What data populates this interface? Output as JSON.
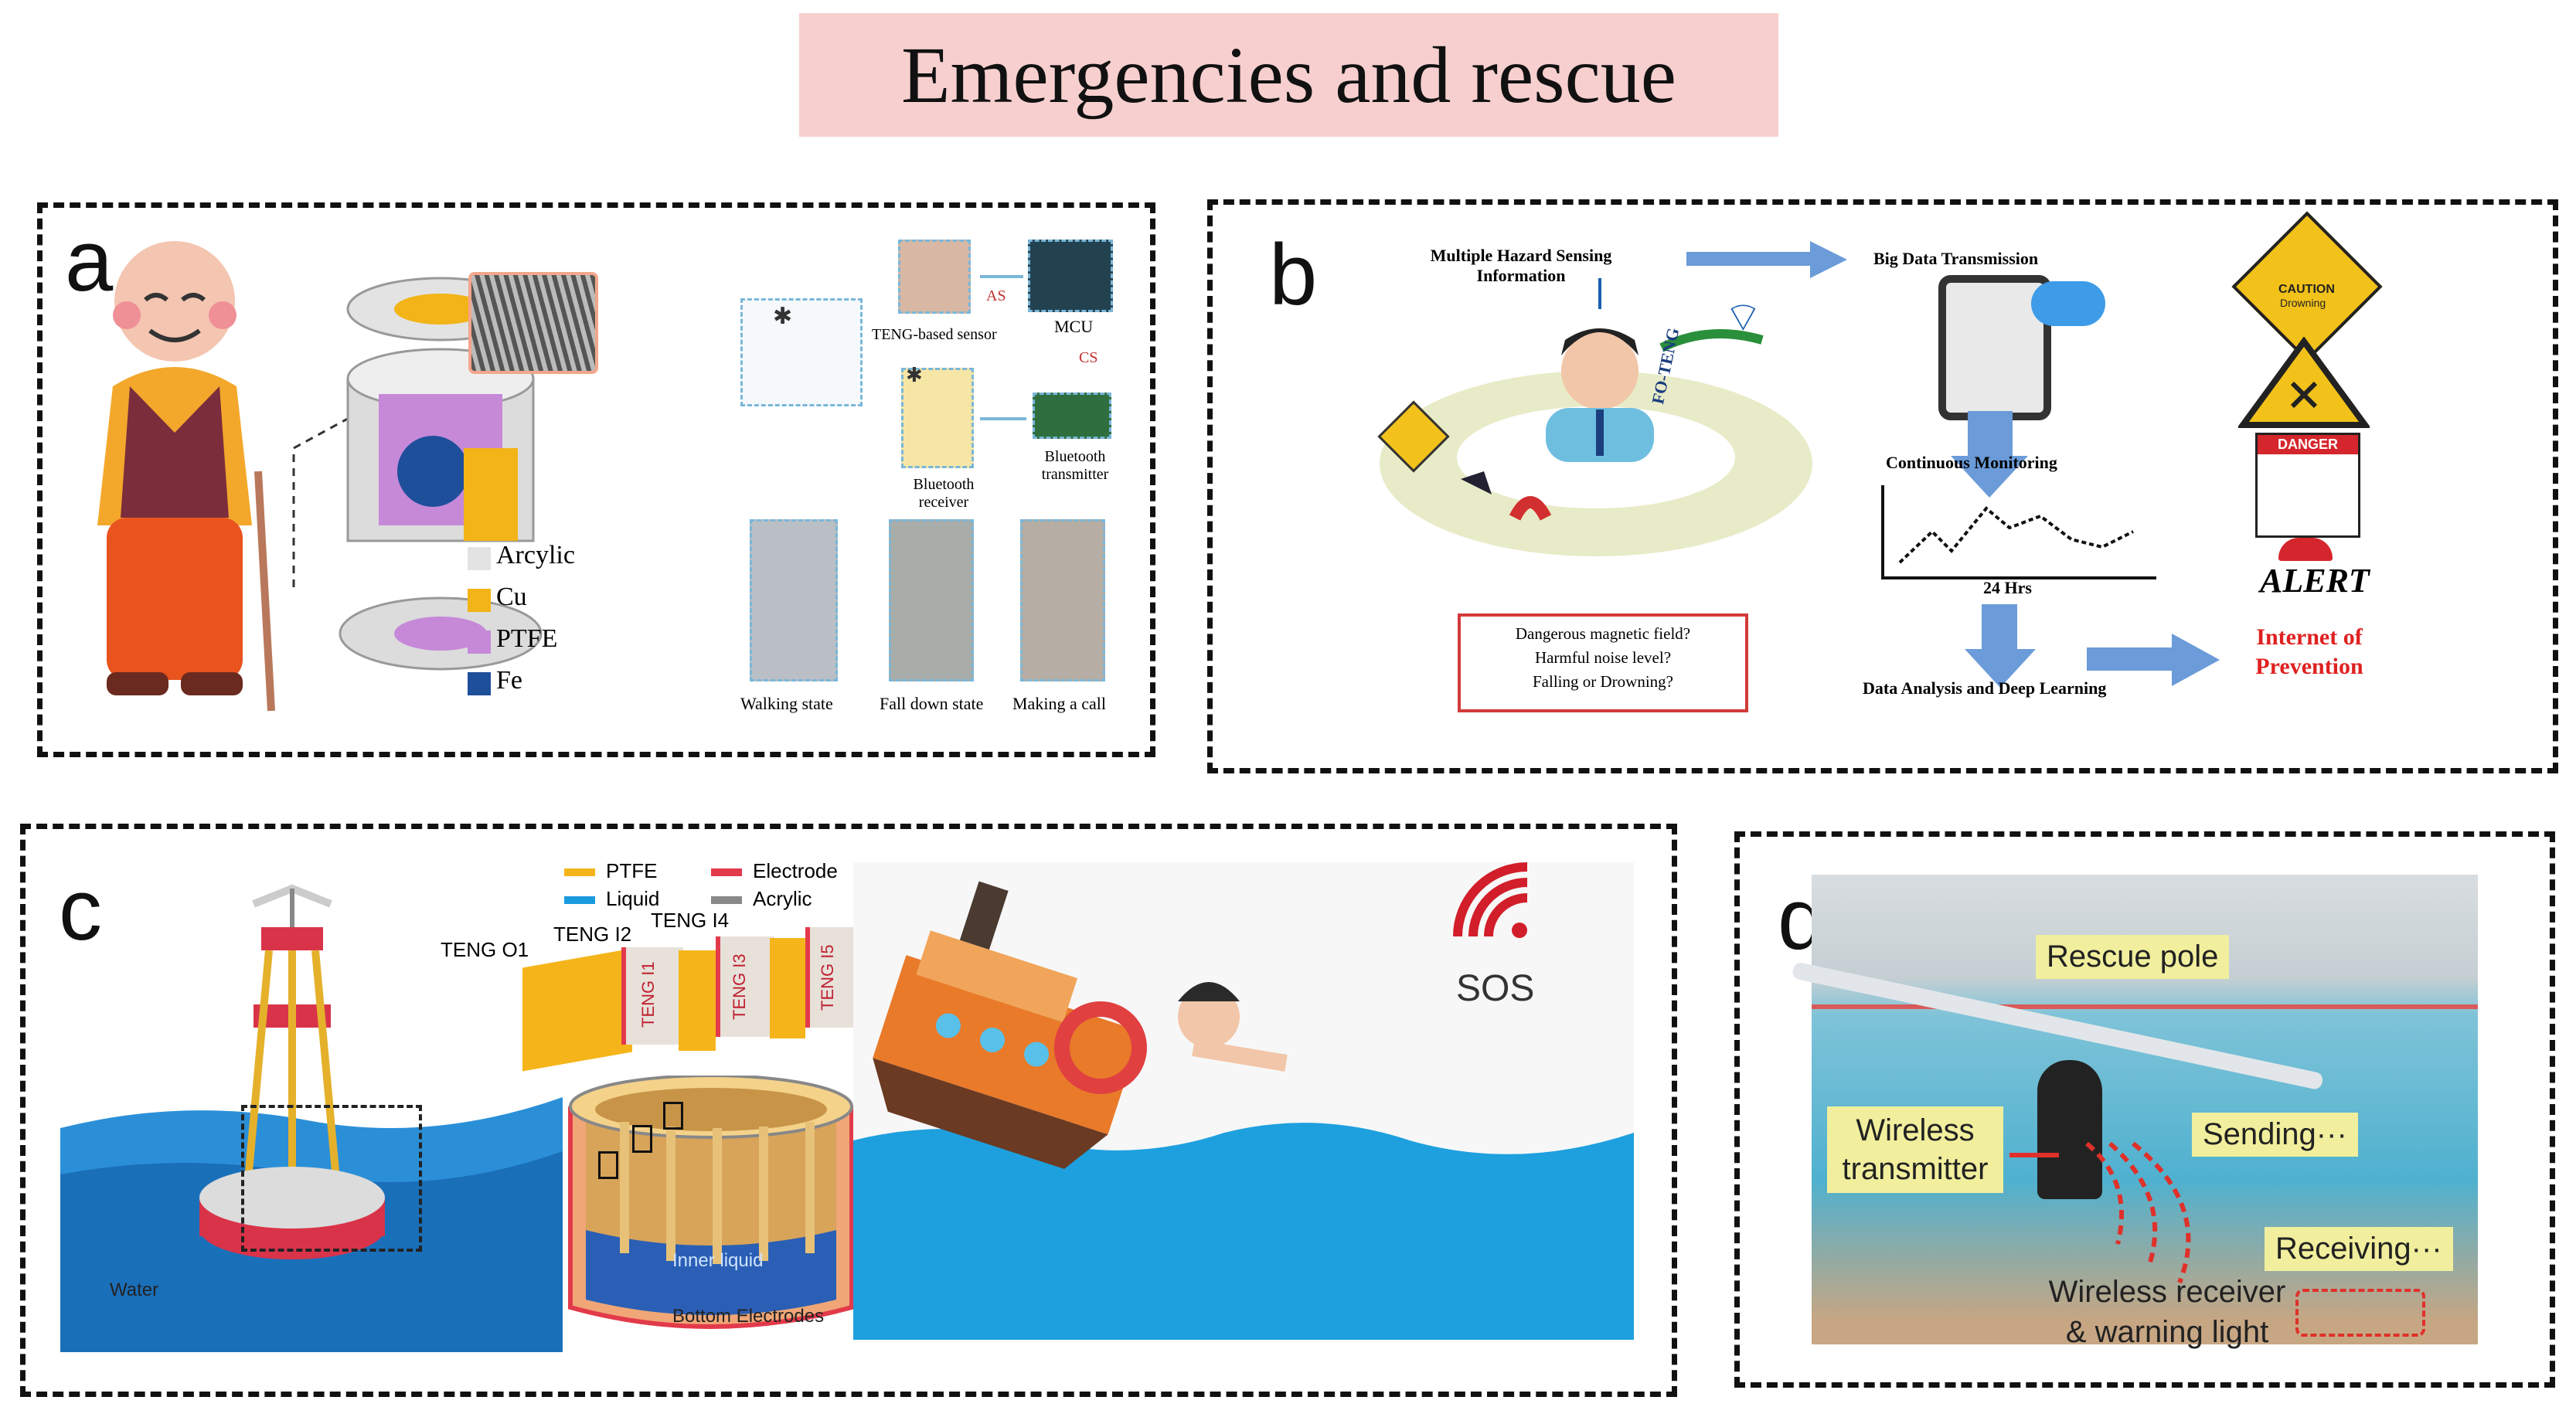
{
  "title": "Emergencies and rescue",
  "panels": {
    "a": {
      "label": "a",
      "legend": [
        {
          "name": "Arcylic",
          "color": "#e3e3e3"
        },
        {
          "name": "Cu",
          "color": "#f2b417"
        },
        {
          "name": "PTFE",
          "color": "#c589d8"
        },
        {
          "name": "Fe",
          "color": "#1e4f9a"
        }
      ],
      "flow": {
        "sensor": "TENG-based sensor",
        "as": "AS",
        "mcu": "MCU",
        "cs": "CS",
        "bt_transmitter": "Bluetooth transmitter",
        "bt_receiver": "Bluetooth receiver"
      },
      "states": [
        "Walking state",
        "Fall down state",
        "Making a call"
      ]
    },
    "b": {
      "label": "b",
      "hazard_info": "Multiple Hazard Sensing Information",
      "big_data": "Big Data Transmission",
      "fo_teng": "FO-TENG",
      "continuous": "Continuous Monitoring",
      "hrs": "24 Hrs",
      "questions": [
        "Dangerous magnetic field?",
        "Harmful noise level?",
        "Falling or Drowning?"
      ],
      "analysis": "Data Analysis and Deep Learning",
      "caution": "CAUTION",
      "drowning": "Drowning",
      "danger": "DANGER",
      "alert": "ALERT",
      "iop": "Internet of Prevention"
    },
    "c": {
      "label": "c",
      "legend": [
        {
          "name": "PTFE",
          "color": "#f5b51a"
        },
        {
          "name": "Electrode",
          "color": "#e23a4a"
        },
        {
          "name": "Liquid",
          "color": "#1a9be0"
        },
        {
          "name": "Acrylic",
          "color": "#888888"
        }
      ],
      "teng_labels": [
        "TENG O1",
        "TENG I2",
        "TENG I4"
      ],
      "teng_vertical": [
        "TENG I1",
        "TENG I3",
        "TENG I5"
      ],
      "water": "Water",
      "inner": "Inner liquid",
      "bottom": "Bottom Electrodes",
      "sos": "SOS"
    },
    "d": {
      "label": "d",
      "rescue_pole": "Rescue pole",
      "wireless_tx": [
        "Wireless",
        "transmitter"
      ],
      "sending": "Sending···",
      "receiving": "Receiving···",
      "receiver": [
        "Wireless receiver",
        "& warning light"
      ]
    }
  }
}
